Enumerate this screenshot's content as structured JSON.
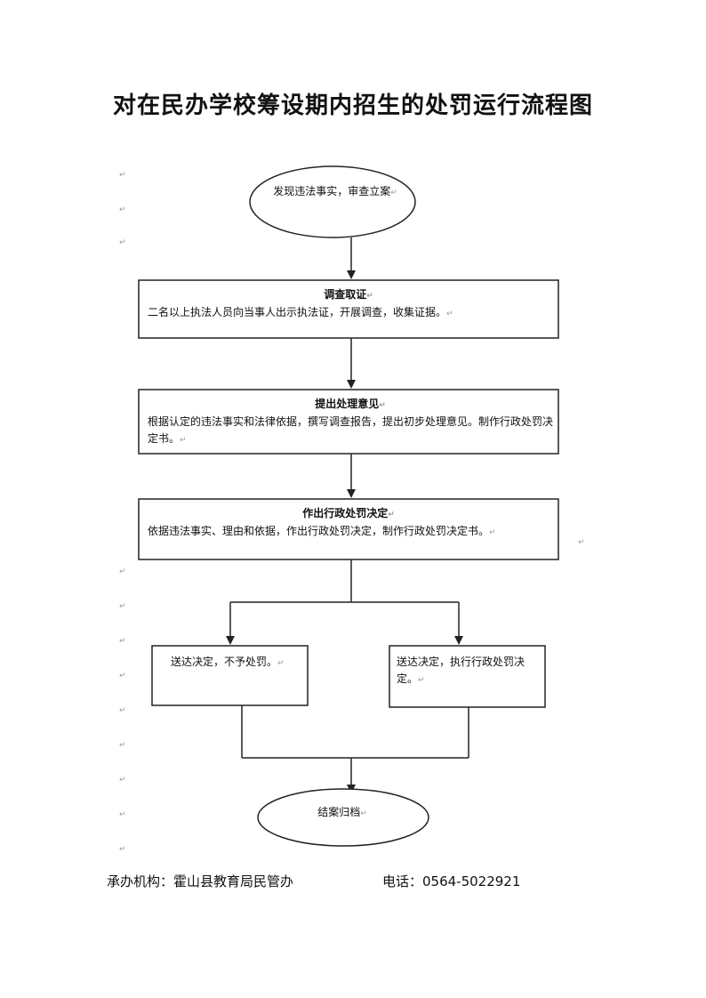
{
  "title": "对在民办学校筹设期内招生的处罚运行流程图",
  "para_mark": "↵",
  "flowchart": {
    "start": "发现违法事实，审查立案",
    "steps": [
      {
        "heading": "调查取证",
        "body": "二名以上执法人员向当事人出示执法证，开展调查，收集证据。"
      },
      {
        "heading": "提出处理意见",
        "body": "根据认定的违法事实和法律依据，撰写调查报告，提出初步处理意见。制作行政处罚决定书。"
      },
      {
        "heading": "作出行政处罚决定",
        "body": "依据违法事实、理由和依据，作出行政处罚决定，制作行政处罚决定书。"
      }
    ],
    "branch_left": "送达决定，不予处罚。",
    "branch_right": "送达决定，执行行政处罚决定。",
    "end": "结案归档"
  },
  "footer": {
    "agency_label": "承办机构：霍山县教育局民管办",
    "phone_label": "电话：0564-5022921"
  }
}
